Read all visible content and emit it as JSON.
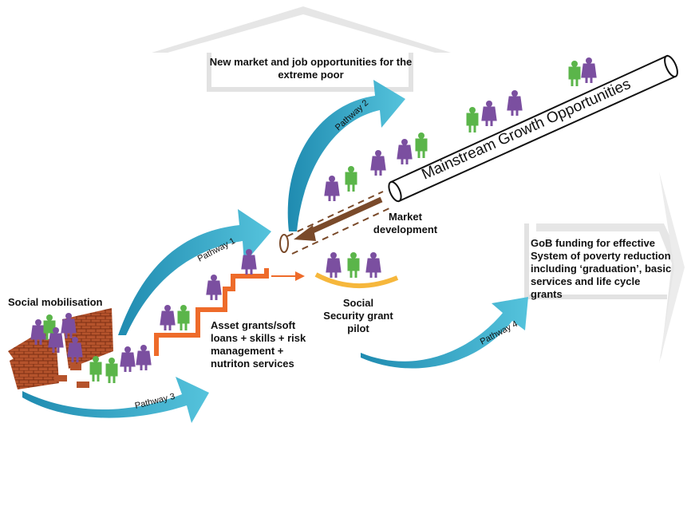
{
  "labels": {
    "top_box": "New market and job opportunities for the extreme poor",
    "social_mobilisation": "Social mobilisation",
    "asset_grants": "Asset grants/soft loans + skills + risk management + nutriton services",
    "social_security": "Social Security grant pilot",
    "market_development": "Market development",
    "gob_funding": "GoB funding for effective System of poverty reduction including ‘graduation’, basic services and life cycle grants",
    "mainstream": "Mainstream Growth Opportunities"
  },
  "pathways": {
    "p1": "Pathway 1",
    "p2": "Pathway 2",
    "p3": "Pathway 3",
    "p4": "Pathway 4"
  },
  "colors": {
    "arrow_teal": "#3aa9c6",
    "stairs": "#ee6b2a",
    "brick": "#b5532c",
    "purple": "#7b4fa0",
    "green": "#5bb54a",
    "grey_frame": "#e2e2e2",
    "brown_arrow": "#7a4a2a",
    "cushion": "#f6b73c"
  }
}
